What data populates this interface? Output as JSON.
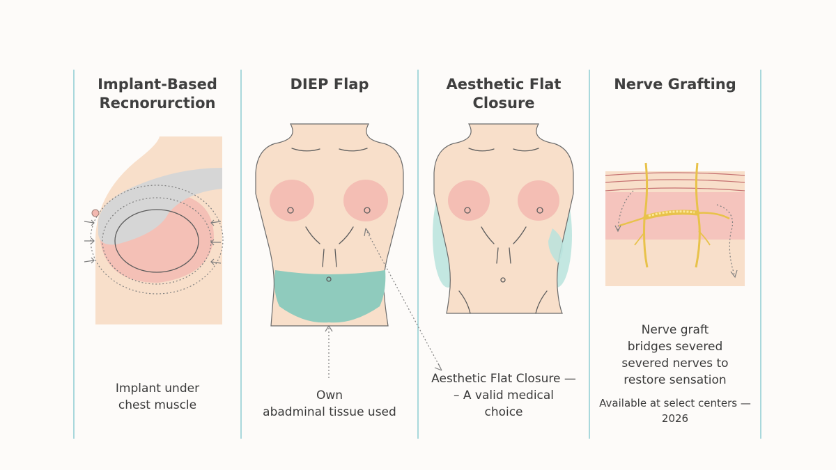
{
  "panels": [
    {
      "id": "implant",
      "title_lines": [
        "Implant-Based",
        "Recnorurction"
      ],
      "caption_lines": [
        "Implant under",
        "chest muscle"
      ]
    },
    {
      "id": "diep",
      "title_lines": [
        "DIEP Flap"
      ],
      "caption_lines": [
        "Own",
        "abadminal tissue used"
      ]
    },
    {
      "id": "flat",
      "title_lines": [
        "Aesthetic Flat",
        "Closure"
      ],
      "caption_lines": [
        "Aesthetic Flat Closure —",
        "– A valid medical",
        "choice"
      ]
    },
    {
      "id": "nerve",
      "title_lines": [
        "Nerve Grafting"
      ],
      "caption_lines": [
        "Nerve graft",
        "bridges severed",
        "severed nerves to",
        "restore sensation"
      ],
      "footnote_lines": [
        "Available at select centers —",
        "2026"
      ]
    }
  ],
  "colors": {
    "skin": "#f8dfca",
    "breast_pink": "#f3b8b0",
    "implant_gray": "#d6d6d6",
    "flap_teal": "#8fcbbd",
    "flat_teal": "#b9e3dd",
    "nerve_yellow": "#e8c24a",
    "tissue_pink": "#f5c4bd",
    "divider": "#a9d8dc"
  }
}
